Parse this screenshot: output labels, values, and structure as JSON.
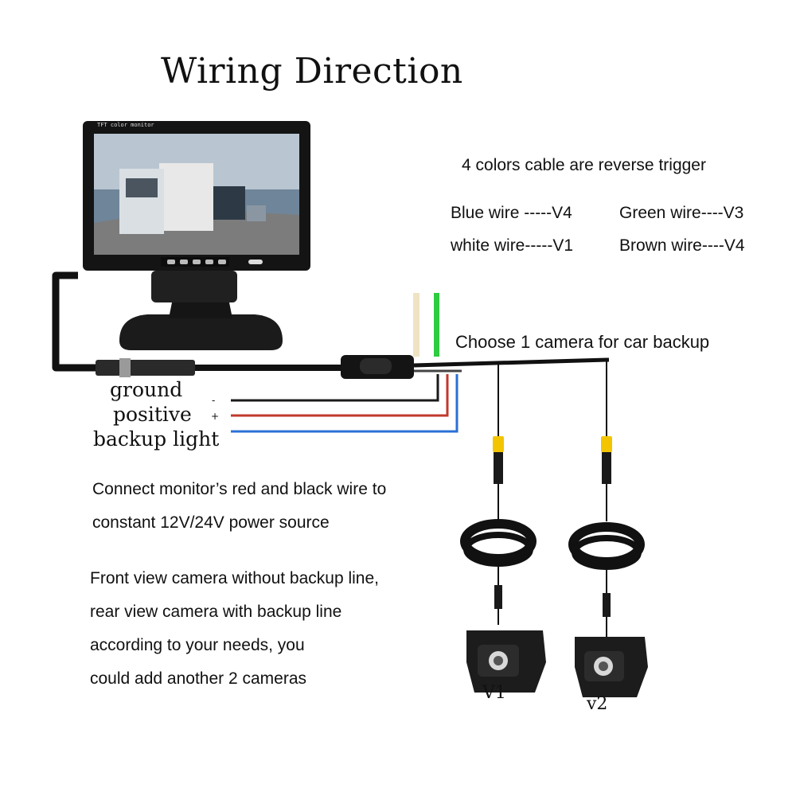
{
  "title": "Wiring Direction",
  "monitor": {
    "brand_text": "TFT color monitor"
  },
  "trigger": {
    "heading": "4 colors cable are reverse trigger",
    "mapping": [
      "Blue wire -----V4",
      "Green wire----V3",
      "white wire-----V1",
      "Brown wire----V4"
    ]
  },
  "camera_choice": "Choose 1 camera for car backup",
  "wires": {
    "ground": {
      "label": "ground",
      "sign": "-",
      "color": "#1a1a1a"
    },
    "positive": {
      "label": "positive",
      "sign": "+",
      "color": "#c0392b"
    },
    "backup": {
      "label": "backup light",
      "color": "#2a6fd6"
    }
  },
  "notes": {
    "power": [
      "Connect monitor’s red and black wire to",
      "constant 12V/24V power source"
    ],
    "views": [
      "Front view camera without backup line,",
      "rear view camera with backup line",
      "according to your needs, you",
      "could add another 2 cameras"
    ]
  },
  "cameras": [
    {
      "label": "V1"
    },
    {
      "label": "v2"
    }
  ],
  "colors": {
    "cream_wire": "#efe3c4",
    "green_wire": "#2ecc40",
    "rca_yellow": "#f2c500"
  }
}
